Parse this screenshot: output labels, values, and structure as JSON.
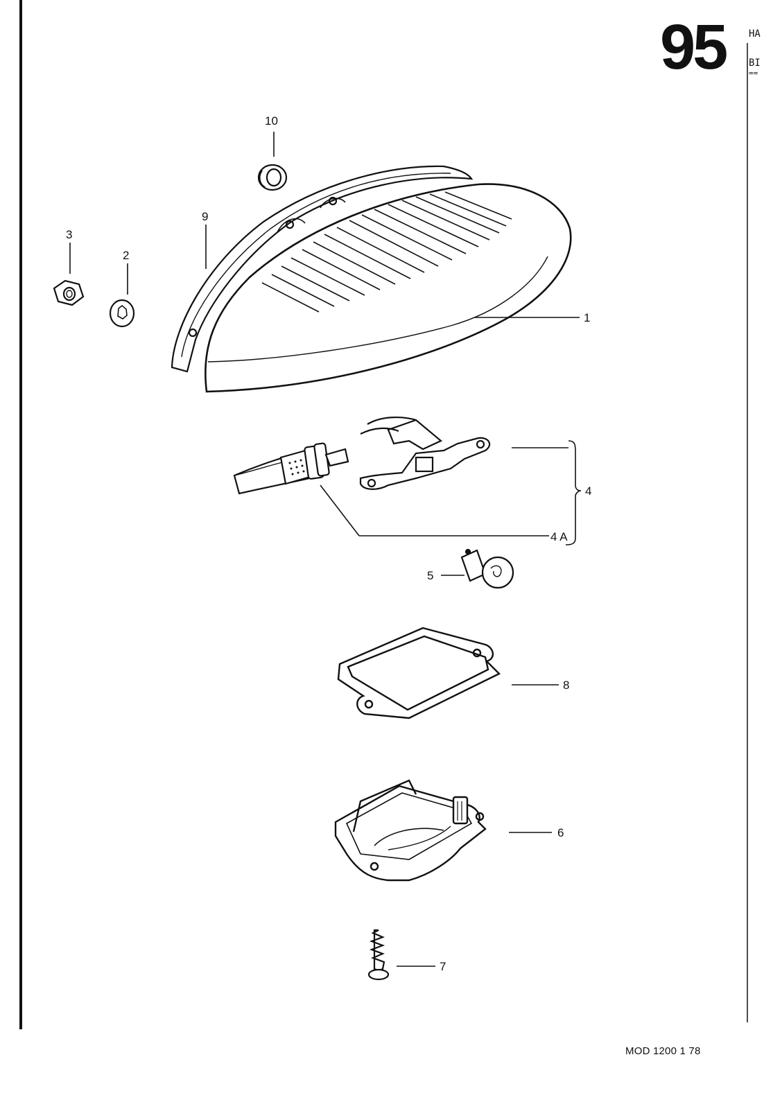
{
  "header": {
    "page_number": "95",
    "text_line_1": "HA",
    "text_line_2": "BI",
    "text_line_3": "=="
  },
  "callouts": {
    "c1": "1",
    "c2": "2",
    "c3": "3",
    "c4": "4",
    "c4a": "4 A",
    "c5": "5",
    "c6": "6",
    "c7": "7",
    "c8": "8",
    "c9": "9",
    "c10": "10"
  },
  "footer": {
    "model_code": "MOD 1200  1 78"
  }
}
